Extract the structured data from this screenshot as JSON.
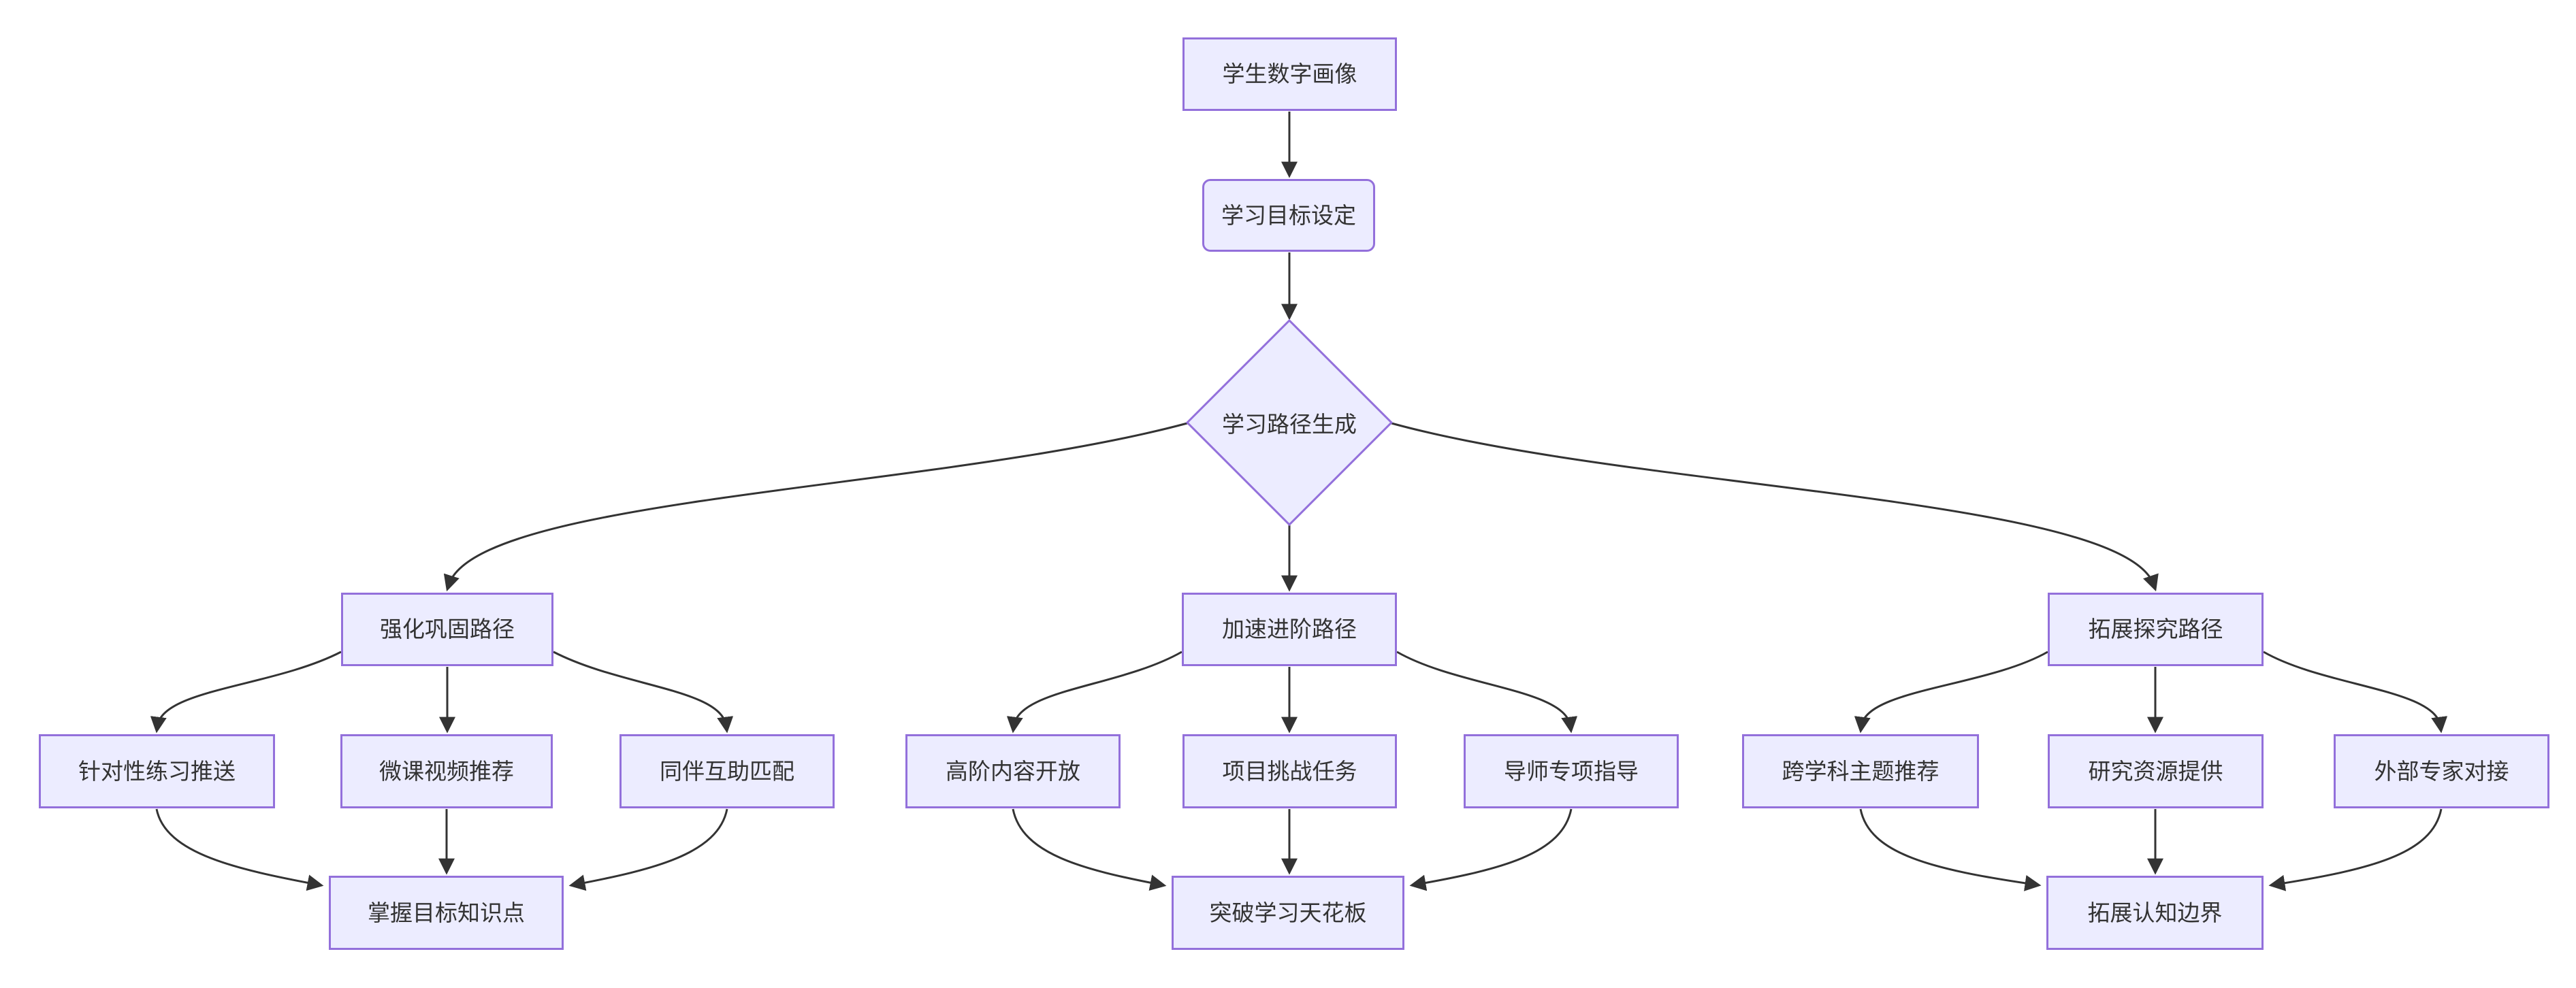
{
  "diagram_type": "flowchart-top-down",
  "nodes": {
    "student_profile": {
      "label": "学生数字画像",
      "shape": "rectangle"
    },
    "goal_setting": {
      "label": "学习目标设定",
      "shape": "rounded"
    },
    "path_generation": {
      "label": "学习路径生成",
      "shape": "diamond"
    },
    "path_reinforce": {
      "label": "强化巩固路径",
      "shape": "rectangle"
    },
    "targeted_practice": {
      "label": "针对性练习推送",
      "shape": "rectangle"
    },
    "micro_video": {
      "label": "微课视频推荐",
      "shape": "rectangle"
    },
    "peer_matching": {
      "label": "同伴互助匹配",
      "shape": "rectangle"
    },
    "master_knowledge": {
      "label": "掌握目标知识点",
      "shape": "rectangle"
    },
    "path_accelerate": {
      "label": "加速进阶路径",
      "shape": "rectangle"
    },
    "advanced_content": {
      "label": "高阶内容开放",
      "shape": "rectangle"
    },
    "project_challenge": {
      "label": "项目挑战任务",
      "shape": "rectangle"
    },
    "mentor_guidance": {
      "label": "导师专项指导",
      "shape": "rectangle"
    },
    "break_ceiling": {
      "label": "突破学习天花板",
      "shape": "rectangle"
    },
    "path_explore": {
      "label": "拓展探究路径",
      "shape": "rectangle"
    },
    "interdisciplinary": {
      "label": "跨学科主题推荐",
      "shape": "rectangle"
    },
    "research_resources": {
      "label": "研究资源提供",
      "shape": "rectangle"
    },
    "external_experts": {
      "label": "外部专家对接",
      "shape": "rectangle"
    },
    "expand_cognition": {
      "label": "拓展认知边界",
      "shape": "rectangle"
    }
  },
  "edges": [
    {
      "from": "student_profile",
      "to": "goal_setting"
    },
    {
      "from": "goal_setting",
      "to": "path_generation"
    },
    {
      "from": "path_generation",
      "to": "path_reinforce"
    },
    {
      "from": "path_generation",
      "to": "path_accelerate"
    },
    {
      "from": "path_generation",
      "to": "path_explore"
    },
    {
      "from": "path_reinforce",
      "to": "targeted_practice"
    },
    {
      "from": "path_reinforce",
      "to": "micro_video"
    },
    {
      "from": "path_reinforce",
      "to": "peer_matching"
    },
    {
      "from": "targeted_practice",
      "to": "master_knowledge"
    },
    {
      "from": "micro_video",
      "to": "master_knowledge"
    },
    {
      "from": "peer_matching",
      "to": "master_knowledge"
    },
    {
      "from": "path_accelerate",
      "to": "advanced_content"
    },
    {
      "from": "path_accelerate",
      "to": "project_challenge"
    },
    {
      "from": "path_accelerate",
      "to": "mentor_guidance"
    },
    {
      "from": "advanced_content",
      "to": "break_ceiling"
    },
    {
      "from": "project_challenge",
      "to": "break_ceiling"
    },
    {
      "from": "mentor_guidance",
      "to": "break_ceiling"
    },
    {
      "from": "path_explore",
      "to": "interdisciplinary"
    },
    {
      "from": "path_explore",
      "to": "research_resources"
    },
    {
      "from": "path_explore",
      "to": "external_experts"
    },
    {
      "from": "interdisciplinary",
      "to": "expand_cognition"
    },
    {
      "from": "research_resources",
      "to": "expand_cognition"
    },
    {
      "from": "external_experts",
      "to": "expand_cognition"
    }
  ],
  "colors": {
    "node_fill": "#ECECFF",
    "node_border": "#9370DB",
    "edge_line": "#333333",
    "text": "#333333",
    "background": "#FFFFFF"
  }
}
